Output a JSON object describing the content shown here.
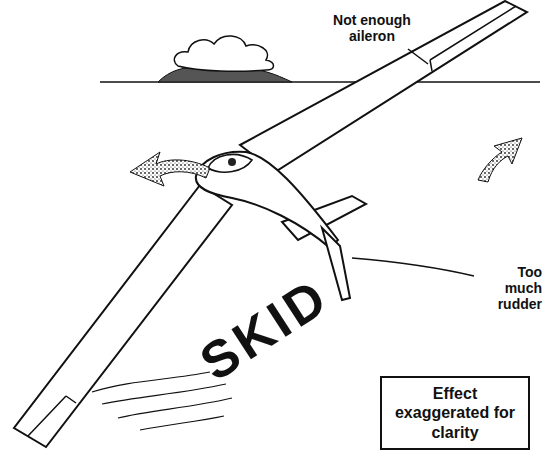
{
  "diagram": {
    "nodes": [
      {
        "text": [
          "Effect exaggerated for clarity"
        ]
      }
    ],
    "labels": [
      "Not enough aileron",
      "SKID",
      "Too much rudder"
    ]
  }
}
